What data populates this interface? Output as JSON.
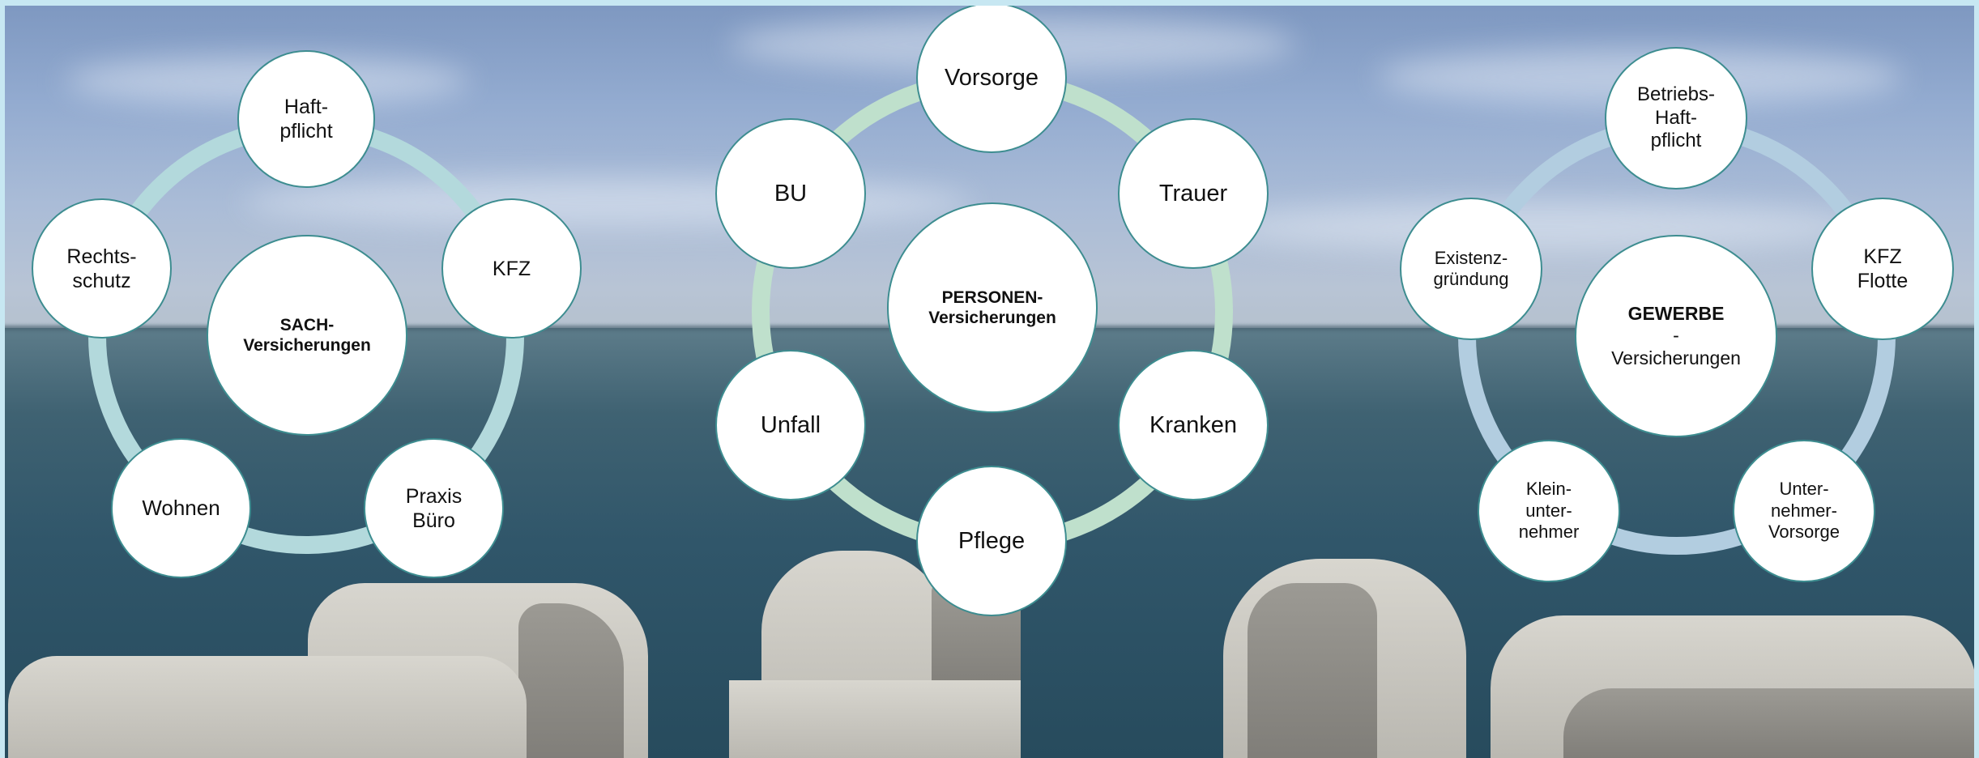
{
  "colors": {
    "ring_sach": "#b3d9dc",
    "ring_personen": "#bfe0cc",
    "ring_gewerbe": "#b2cde0",
    "node_border": "#3d8d90",
    "frame": "#c7e7f2"
  },
  "sach": {
    "center_bold": "SACH-",
    "center_rest": "Versicherungen",
    "items": [
      "Haft-\npflicht",
      "KFZ",
      "Praxis\nBüro",
      "Wohnen",
      "Rechts-\nschutz"
    ]
  },
  "personen": {
    "center_bold": "PERSONEN-",
    "center_rest": "Versicherungen",
    "items": [
      "Vorsorge",
      "Trauer",
      "Kranken",
      "Pflege",
      "Unfall",
      "BU"
    ]
  },
  "gewerbe": {
    "center_bold": "GEWERBE",
    "center_dash": "-",
    "center_rest": "Versicherungen",
    "items": [
      "Betriebs-\nHaft-\npflicht",
      "KFZ\nFlotte",
      "Unter-\nnehmer-\nVorsorge",
      "Klein-\nunter-\nnehmer",
      "Existenz-\ngründung"
    ]
  }
}
